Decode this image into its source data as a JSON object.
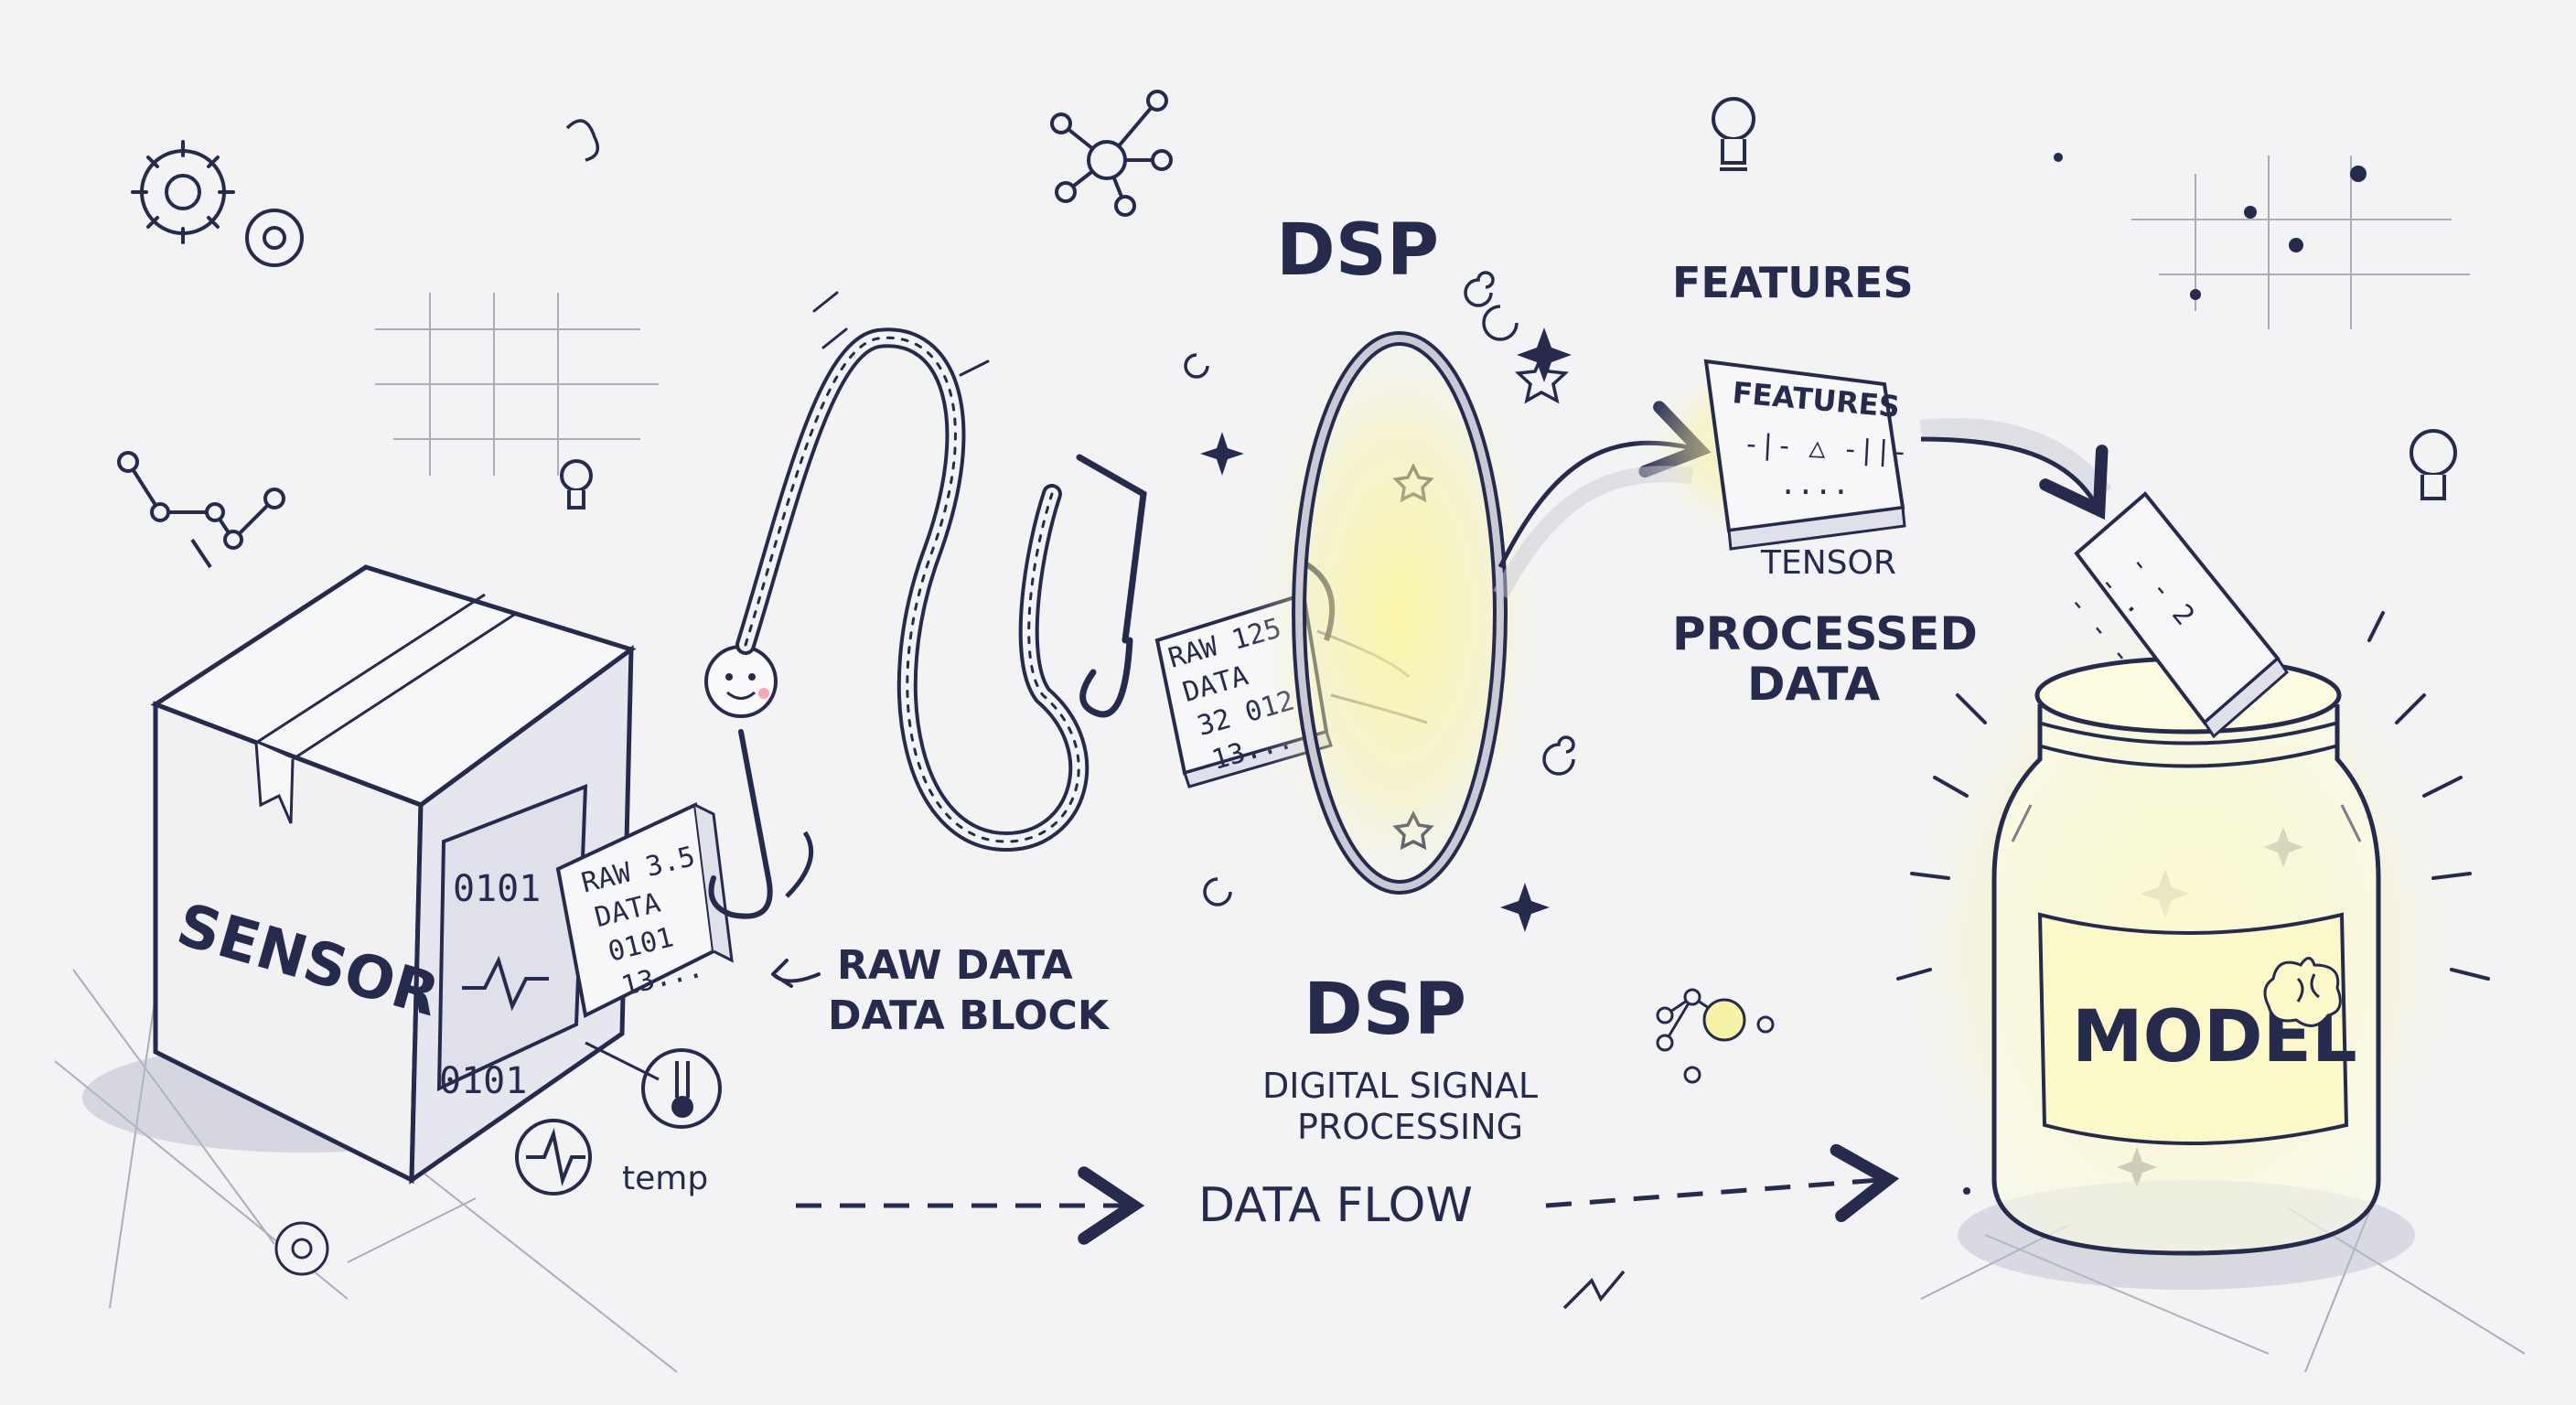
{
  "colors": {
    "ink": "#262a4d",
    "paper": "#f3f3f5",
    "glow": "#f5f08c",
    "shade": "#b8bacb"
  },
  "sensor": {
    "label": "SENSOR",
    "panel_binary_top": "0101",
    "panel_binary_bottom": "0101",
    "temp_label": "temp",
    "icons": [
      "waveform-icon",
      "thermometer-icon"
    ]
  },
  "raw_card": {
    "lines": [
      "RAW 3.5",
      "DATA",
      "0101",
      "13..."
    ]
  },
  "raw_caption": {
    "line1": "RAW DATA",
    "line2": "DATA BLOCK"
  },
  "hooked_card": {
    "lines": [
      "RAW 125",
      "DATA",
      "32 012",
      "13..."
    ]
  },
  "dsp": {
    "title_top": "DSP",
    "title_bottom": "DSP",
    "subtitle_line1": "DIGITAL SIGNAL",
    "subtitle_line2": "PROCESSING"
  },
  "features": {
    "heading": "FEATURES",
    "card_title": "FEATURES",
    "card_symbols": "-|- △ -||-",
    "card_dots": "....",
    "tensor_label": "TENSOR",
    "processed_line1": "PROCESSED",
    "processed_line2": "DATA"
  },
  "flow": {
    "label": "DATA FLOW"
  },
  "model": {
    "label": "MODEL",
    "icons": [
      "brain-icon"
    ]
  },
  "tensor_card": {
    "lines": [
      "- - 2",
      "- ·",
      "- - -"
    ]
  },
  "decor_icons": [
    "gear-icon",
    "gear-icon",
    "gear-icon",
    "network-icon",
    "lightbulb-icon",
    "lightbulb-icon",
    "lightbulb-icon",
    "graph-icon",
    "swirl-icon",
    "sparkle-icon",
    "star-icon"
  ]
}
